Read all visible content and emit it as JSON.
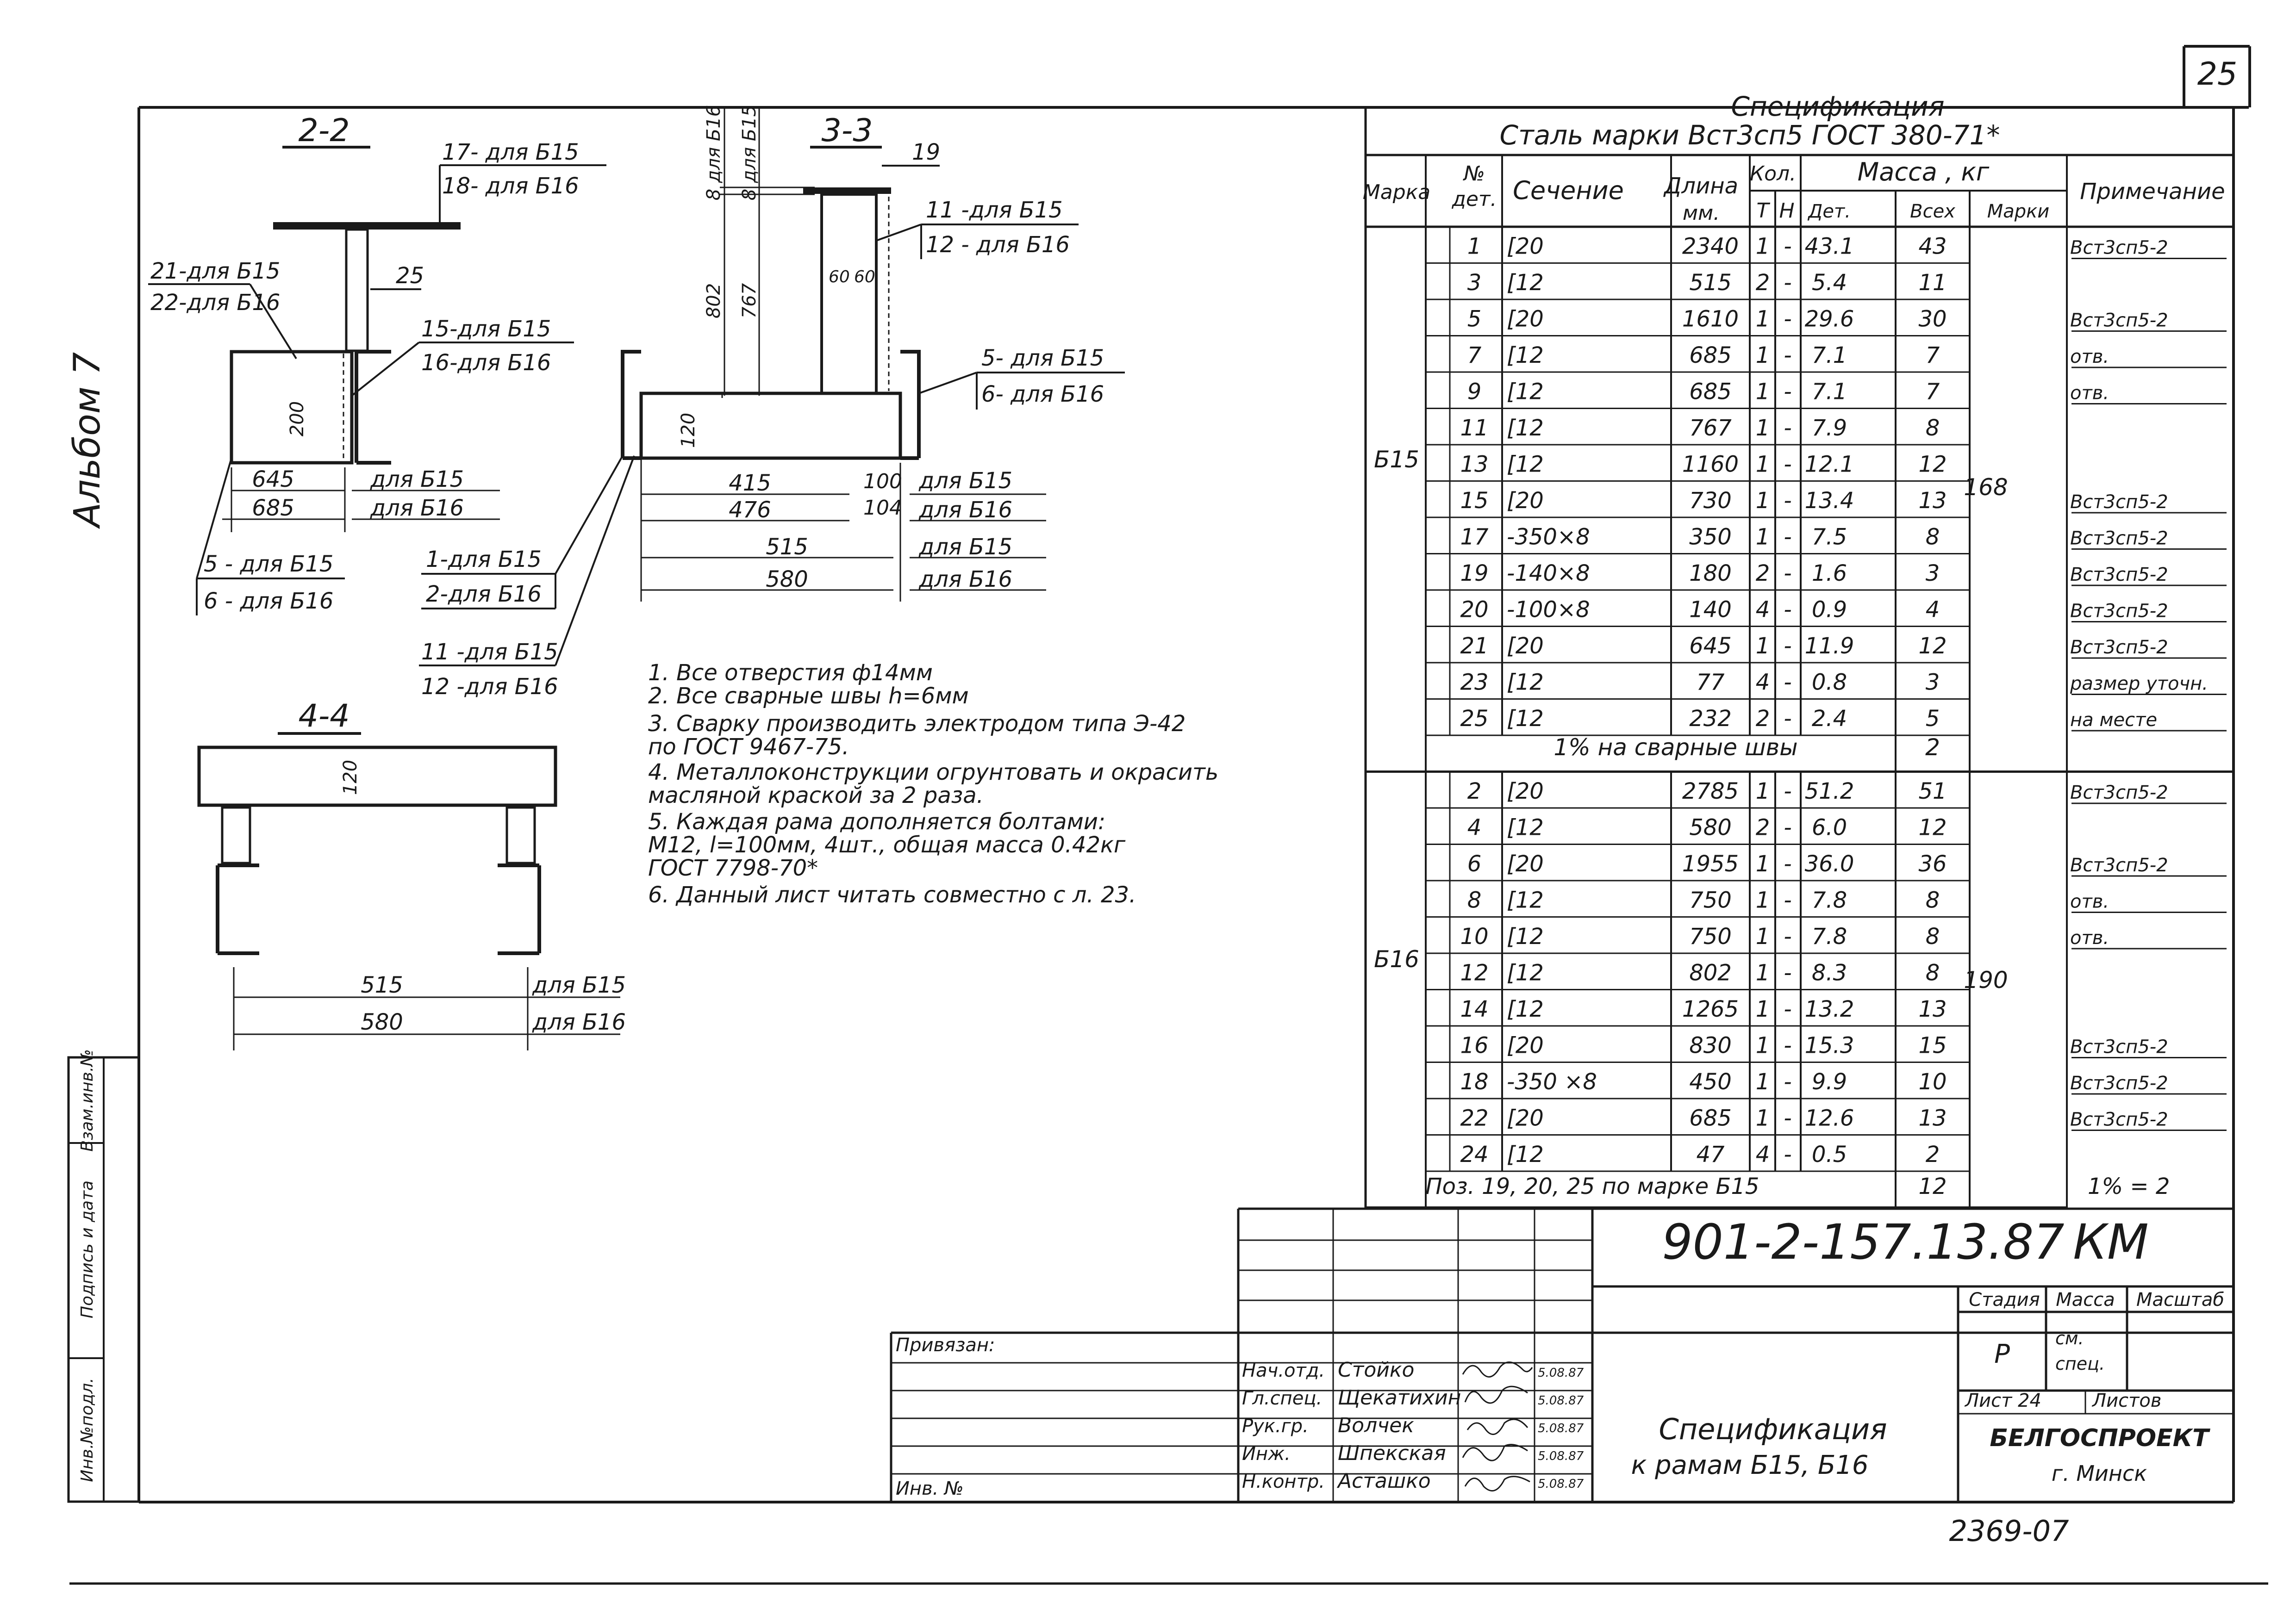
{
  "sheet_number": "25",
  "album_label": "Альбом 7",
  "spec_title_line1": "Спецификация",
  "spec_title_line2": "Сталь марки Вст3сп5 ГОСТ 380-71*",
  "headers": {
    "mark": "Марка",
    "det_no_1": "№",
    "det_no_2": "дет.",
    "section": "Сечение",
    "length_1": "Длина",
    "length_2": "мм.",
    "qty": "Кол.",
    "qty_t": "Т",
    "qty_n": "Н",
    "mass": "Масса , кг",
    "mass_det": "Дет.",
    "mass_all": "Всех",
    "mass_mark": "Марки",
    "note": "Примечание"
  },
  "groups": [
    {
      "mark": "Б15",
      "mark_mass": "168",
      "rows": [
        {
          "det": "1",
          "sec": "[20",
          "len": "2340",
          "t": "1",
          "n": "-",
          "md": "43.1",
          "ma": "43",
          "note": "Вст3сп5-2"
        },
        {
          "det": "3",
          "sec": "[12",
          "len": "515",
          "t": "2",
          "n": "-",
          "md": "5.4",
          "ma": "11",
          "note": ""
        },
        {
          "det": "5",
          "sec": "[20",
          "len": "1610",
          "t": "1",
          "n": "-",
          "md": "29.6",
          "ma": "30",
          "note": "Вст3сп5-2"
        },
        {
          "det": "7",
          "sec": "[12",
          "len": "685",
          "t": "1",
          "n": "-",
          "md": "7.1",
          "ma": "7",
          "note": "отв."
        },
        {
          "det": "9",
          "sec": "[12",
          "len": "685",
          "t": "1",
          "n": "-",
          "md": "7.1",
          "ma": "7",
          "note": "отв."
        },
        {
          "det": "11",
          "sec": "[12",
          "len": "767",
          "t": "1",
          "n": "-",
          "md": "7.9",
          "ma": "8",
          "note": ""
        },
        {
          "det": "13",
          "sec": "[12",
          "len": "1160",
          "t": "1",
          "n": "-",
          "md": "12.1",
          "ma": "12",
          "note": ""
        },
        {
          "det": "15",
          "sec": "[20",
          "len": "730",
          "t": "1",
          "n": "-",
          "md": "13.4",
          "ma": "13",
          "note": "Вст3сп5-2"
        },
        {
          "det": "17",
          "sec": "-350×8",
          "len": "350",
          "t": "1",
          "n": "-",
          "md": "7.5",
          "ma": "8",
          "note": "Вст3сп5-2"
        },
        {
          "det": "19",
          "sec": "-140×8",
          "len": "180",
          "t": "2",
          "n": "-",
          "md": "1.6",
          "ma": "3",
          "note": "Вст3сп5-2"
        },
        {
          "det": "20",
          "sec": "-100×8",
          "len": "140",
          "t": "4",
          "n": "-",
          "md": "0.9",
          "ma": "4",
          "note": "Вст3сп5-2"
        },
        {
          "det": "21",
          "sec": "[20",
          "len": "645",
          "t": "1",
          "n": "-",
          "md": "11.9",
          "ma": "12",
          "note": "Вст3сп5-2"
        },
        {
          "det": "23",
          "sec": "[12",
          "len": "77",
          "t": "4",
          "n": "-",
          "md": "0.8",
          "ma": "3",
          "note": "размер уточн."
        },
        {
          "det": "25",
          "sec": "[12",
          "len": "232",
          "t": "2",
          "n": "-",
          "md": "2.4",
          "ma": "5",
          "note": "на месте"
        }
      ],
      "weld_label": "1% на сварные швы",
      "weld_value": "2"
    },
    {
      "mark": "Б16",
      "mark_mass": "190",
      "rows": [
        {
          "det": "2",
          "sec": "[20",
          "len": "2785",
          "t": "1",
          "n": "-",
          "md": "51.2",
          "ma": "51",
          "note": "Вст3сп5-2"
        },
        {
          "det": "4",
          "sec": "[12",
          "len": "580",
          "t": "2",
          "n": "-",
          "md": "6.0",
          "ma": "12",
          "note": ""
        },
        {
          "det": "6",
          "sec": "[20",
          "len": "1955",
          "t": "1",
          "n": "-",
          "md": "36.0",
          "ma": "36",
          "note": "Вст3сп5-2"
        },
        {
          "det": "8",
          "sec": "[12",
          "len": "750",
          "t": "1",
          "n": "-",
          "md": "7.8",
          "ma": "8",
          "note": "отв."
        },
        {
          "det": "10",
          "sec": "[12",
          "len": "750",
          "t": "1",
          "n": "-",
          "md": "7.8",
          "ma": "8",
          "note": "отв."
        },
        {
          "det": "12",
          "sec": "[12",
          "len": "802",
          "t": "1",
          "n": "-",
          "md": "8.3",
          "ma": "8",
          "note": ""
        },
        {
          "det": "14",
          "sec": "[12",
          "len": "1265",
          "t": "1",
          "n": "-",
          "md": "13.2",
          "ma": "13",
          "note": ""
        },
        {
          "det": "16",
          "sec": "[20",
          "len": "830",
          "t": "1",
          "n": "-",
          "md": "15.3",
          "ma": "15",
          "note": "Вст3сп5-2"
        },
        {
          "det": "18",
          "sec": "-350 ×8",
          "len": "450",
          "t": "1",
          "n": "-",
          "md": "9.9",
          "ma": "10",
          "note": "Вст3сп5-2"
        },
        {
          "det": "22",
          "sec": "[20",
          "len": "685",
          "t": "1",
          "n": "-",
          "md": "12.6",
          "ma": "13",
          "note": "Вст3сп5-2"
        },
        {
          "det": "24",
          "sec": "[12",
          "len": "47",
          "t": "4",
          "n": "-",
          "md": "0.5",
          "ma": "2",
          "note": ""
        }
      ],
      "pos_label": "Поз. 19, 20, 25 по марке Б15",
      "pos_value": "12",
      "pos_note": "1% = 2"
    }
  ],
  "notes": [
    "1. Все отверстия ф14мм",
    "2. Все сварные швы h=6мм",
    "3. Сварку производить электродом типа Э-42",
    "по ГОСТ 9467-75.",
    "4. Металлоконструкции огрунтовать и окрасить",
    "масляной краской за 2 раза.",
    "5. Каждая рама дополняется болтами:",
    "М12, l=100мм, 4шт., общая масса 0.42кг",
    "ГОСТ 7798-70*",
    "6. Данный лист читать совместно с л. 23."
  ],
  "section_2_2": {
    "title": "2-2",
    "labels": [
      "17- для Б15",
      "18- для Б16",
      "25",
      "21-для Б15",
      "22-для Б16",
      "15-для Б15",
      "16-для Б16",
      "200"
    ],
    "dims": [
      "645",
      "685",
      "для Б15",
      "для Б16"
    ],
    "leaders": [
      "5 - для Б15",
      "6 - для Б16",
      "1-для Б15",
      "2-для Б16",
      "11 -для Б15",
      "12 -для Б16"
    ]
  },
  "section_3_3": {
    "title": "3-3",
    "labels": [
      "19",
      "11 -для Б15",
      "12 - для Б16",
      "5- для Б15",
      "6- для Б16",
      "8 для Б16",
      "8 для Б15",
      "802",
      "767",
      "60",
      "60",
      "120"
    ],
    "dims": [
      "415",
      "476",
      "515",
      "580",
      "100",
      "104",
      "для Б15",
      "для Б16",
      "для Б15",
      "для Б16"
    ]
  },
  "section_4_4": {
    "title": "4-4",
    "labels": [
      "120"
    ],
    "dims": [
      "515",
      "580",
      "для Б15",
      "для Б16"
    ]
  },
  "title_block": {
    "code": "901-2-157.13.87",
    "doc_type": "КМ",
    "bound_label": "Привязан:",
    "inv_label": "Инв. №",
    "stage_h": "Стадия",
    "mass_h": "Масса",
    "scale_h": "Масштаб",
    "stage_v": "Р",
    "mass_v1": "см.",
    "mass_v2": "спец.",
    "sheet_h": "Лист 24",
    "sheets_h": "Листов",
    "sheet_title_1": "Спецификация",
    "sheet_title_2": "к рамам Б15, Б16",
    "org": "БЕЛГОСПРОЕКТ",
    "city": "г. Минск",
    "roles": [
      {
        "role": "Нач.отд.",
        "name": "Стойко",
        "date": "5.08.87"
      },
      {
        "role": "Гл.спец.",
        "name": "Щекатихин",
        "date": "5.08.87"
      },
      {
        "role": "Рук.гр.",
        "name": "Волчек",
        "date": "5.08.87"
      },
      {
        "role": "Инж.",
        "name": "Шпекская",
        "date": "5.08.87"
      },
      {
        "role": "Н.контр.",
        "name": "Асташко",
        "date": "5.08.87"
      }
    ],
    "side_stamp": [
      "Инв.№подл.",
      "Подпись и дата",
      "Взам.инв.№"
    ],
    "bottom_code": "2369-07"
  }
}
